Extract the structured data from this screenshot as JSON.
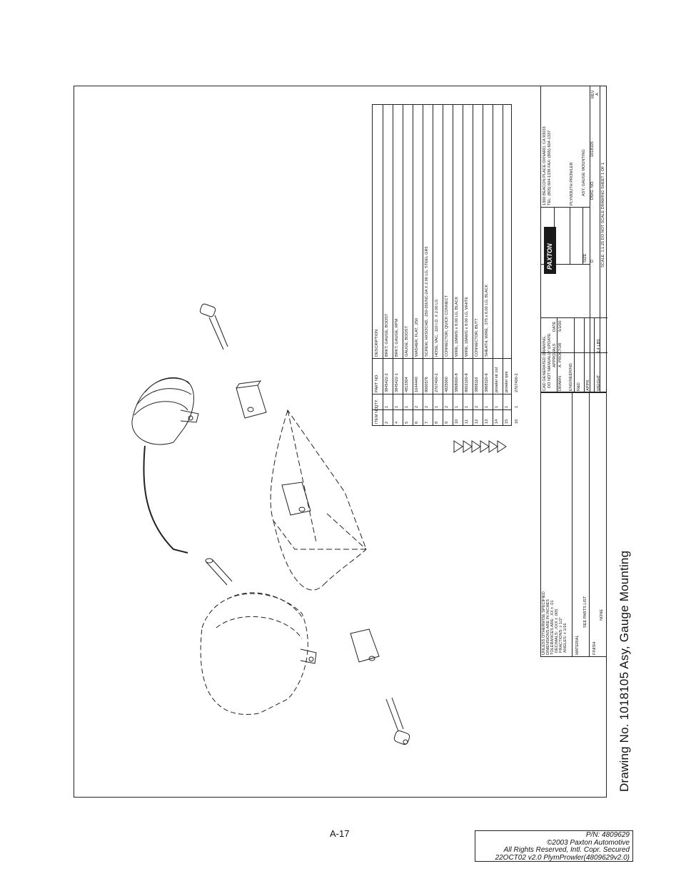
{
  "drawing_title": "Drawing No. 1018105     Asy, Gauge Mounting",
  "page_number": "A-17",
  "copyright": {
    "lines": [
      "P/N: 4809629",
      "©2003 Paxton Automotive",
      "All Rights Reserved, Intl. Copr. Secured",
      "22OCT02 v2.0 PlymProwler(4809629v2.0)"
    ]
  },
  "parts_table": {
    "headers": {
      "item": "ITEM NO.",
      "qty": "QTY.",
      "part": "PART NO.",
      "desc": "DESCRIPTION"
    },
    "rows": [
      {
        "item": "2",
        "qty": "1",
        "part": "3845422-2",
        "desc": "BRKT, GAUGE, BOOST"
      },
      {
        "item": "4",
        "qty": "1",
        "part": "3845422-1",
        "desc": "BRKT, GAUGE, RPM"
      },
      {
        "item": "5",
        "qty": "1",
        "part": "4813304",
        "desc": "GAUGE, BOOST"
      },
      {
        "item": "6",
        "qty": "2",
        "part": "1044440",
        "desc": "WASHER, FLAT, .250"
      },
      {
        "item": "7",
        "qty": "2",
        "part": "8000576",
        "desc": "SCREW, HXSOCHD, .250-20UNC-2A X 2.00 LG, STEEL GR5"
      },
      {
        "item": "8",
        "qty": "1",
        "part": "2707400-2",
        "desc": "HOSE, VAC, .110 I.D. X 2.00 LG"
      },
      {
        "item": "9",
        "qty": "2",
        "part": "4825000",
        "desc": "CONNECTOR, QUICK CONNECT"
      },
      {
        "item": "10",
        "qty": "1",
        "part": "3868000-8",
        "desc": "WIRE, 18AWG x 8.00 LG, BLACK"
      },
      {
        "item": "11",
        "qty": "1",
        "part": "8002100-8",
        "desc": "WIRE, 18AWG x 8.00 LG, WHITE"
      },
      {
        "item": "12",
        "qty": "2",
        "part": "3868116",
        "desc": "CONNECTOR, BUTT"
      },
      {
        "item": "13",
        "qty": "1",
        "part": "3868320-6",
        "desc": "SHEATH, WIRE, .375 x 6.00 LG, BLACK"
      },
      {
        "item": "14",
        "qty": "1",
        "part": "prowler str col",
        "desc": ""
      },
      {
        "item": "15",
        "qty": "1",
        "part": "prowler rpm",
        "desc": ""
      },
      {
        "item": "16",
        "qty": "1",
        "part": "2707400-2",
        "desc": ""
      }
    ]
  },
  "title_block": {
    "tolerance_lines": [
      "UNLESS OTHERWISE SPECIFIED",
      "DIMENSIONS ARE IN INCHES",
      "TOLERANCES ARE: .XX ± .01",
      "DECIMALS:     .XXX ± .005",
      "FRACTIONS:      ± 1/2°",
      "ANGLES:       ± 1/16"
    ],
    "material_label": "MATERIAL",
    "material_value": "SEE PARTS LIST",
    "finish_label": "FINISH",
    "finish_value": "NONE",
    "cad_lines": [
      "CAD GENERATED DRAWING,",
      "DO NOT MANUALLY UPDATE"
    ],
    "approvals_label": "APPROVALS",
    "date_label": "DATE",
    "drawn_label": "DRAWN",
    "drawn_value": "A. PROCTOR",
    "drawn_date": "5/1/00",
    "engineering_label": "ENGINEERING",
    "rd_label": "R&D",
    "appr_label": "APPR.",
    "weight_label": "WEIGHT",
    "weight_value": "2.4 LBS",
    "company_lines": [
      "1300 BEACON PLACE OXNARD, CA 93033",
      "TEL: (805) 604-1336  FAX: (805) 604-1337"
    ],
    "logo_text": "PAXTON",
    "project": "PLYMOUTH PROWLER",
    "title": "ASY, GAUGE MOUNTING",
    "size_label": "SIZE",
    "size_value": "D",
    "dwg_label": "DWG. NO.",
    "dwg_value": "1018105",
    "rev_label": "REV",
    "rev_value": "A",
    "scale_line": "SCALE: 1:1.25   DO NOT SCALE DRAWING   SHEET 1 OF 1"
  }
}
